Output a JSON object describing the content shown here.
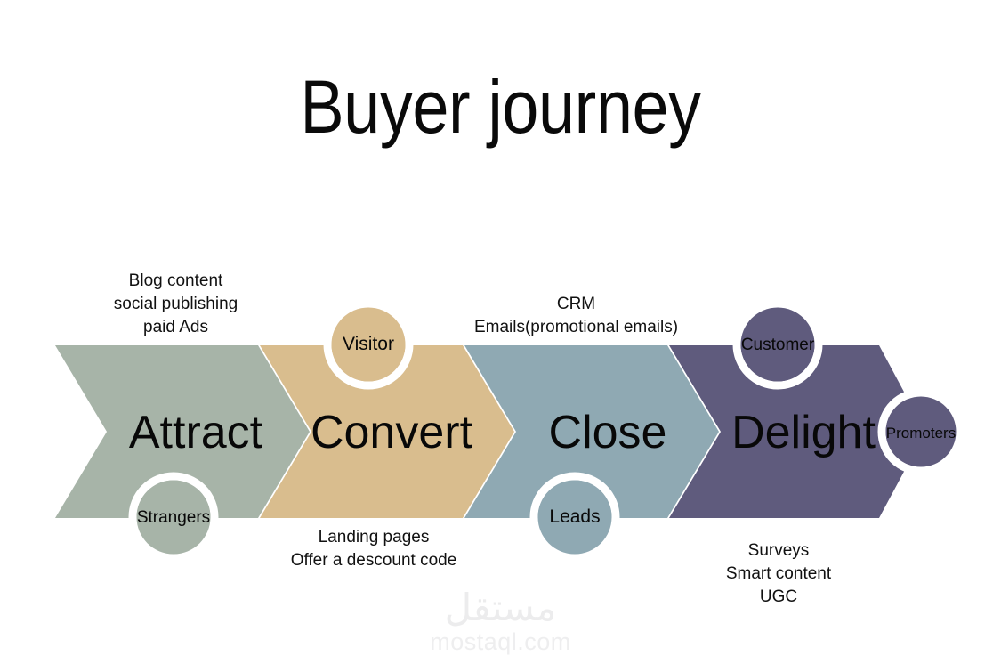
{
  "page": {
    "title": "Buyer journey",
    "background": "#ffffff"
  },
  "palette": {
    "attract": "#a7b4a8",
    "convert": "#d9bd8e",
    "close": "#8fa9b3",
    "delight": "#5f5b7d",
    "ring": "#ffffff",
    "text": "#0a0a0a",
    "watermark": "#ececed"
  },
  "funnel": {
    "stages": [
      {
        "key": "attract",
        "label": "Attract",
        "color": "#a7b4a8",
        "annotation_position": "above",
        "annotation": "Blog content\nsocial publishing\npaid Ads"
      },
      {
        "key": "convert",
        "label": "Convert",
        "color": "#d9bd8e",
        "annotation_position": "below",
        "annotation": "Landing pages\nOffer a descount code"
      },
      {
        "key": "close",
        "label": "Close",
        "color": "#8fa9b3",
        "annotation_position": "above",
        "annotation": "CRM\nEmails(promotional emails)"
      },
      {
        "key": "delight",
        "label": "Delight",
        "color": "#5f5b7d",
        "annotation_position": "below",
        "annotation": "Surveys\nSmart content\nUGC"
      }
    ],
    "nodes": [
      {
        "key": "strangers",
        "label": "Strangers",
        "color": "#a7b4a8",
        "position": "bottom"
      },
      {
        "key": "visitor",
        "label": "Visitor",
        "color": "#d9bd8e",
        "position": "top"
      },
      {
        "key": "leads",
        "label": "Leads",
        "color": "#8fa9b3",
        "position": "bottom"
      },
      {
        "key": "customer",
        "label": "Customer",
        "color": "#5f5b7d",
        "position": "top"
      },
      {
        "key": "promoters",
        "label": "Promoters",
        "color": "#5f5b7d",
        "position": "right"
      }
    ]
  },
  "watermark": {
    "arabic": "مستقل",
    "latin": "mostaql.com"
  }
}
